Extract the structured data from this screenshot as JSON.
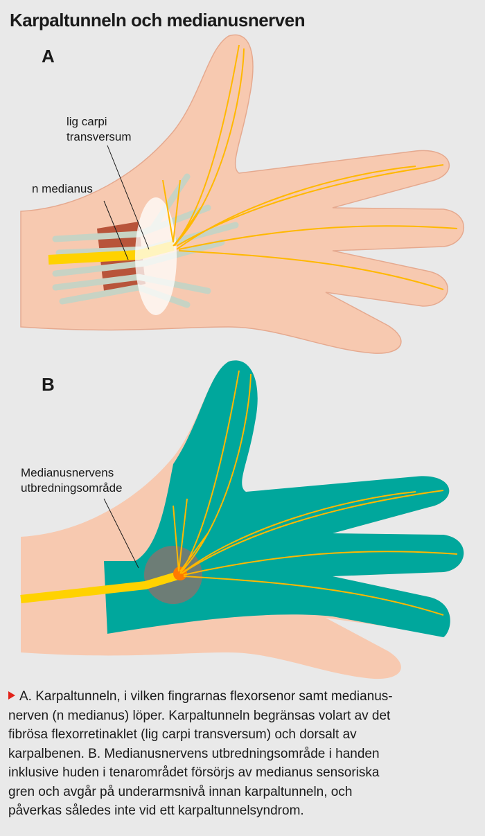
{
  "title": "Karpaltunneln och medianusnerven",
  "panels": {
    "a": {
      "label": "A",
      "labels": {
        "lig_line1": "lig carpi",
        "lig_line2": "transversum",
        "nerve": "n medianus"
      }
    },
    "b": {
      "label": "B",
      "labels": {
        "area_line1": "Medianusnervens",
        "area_line2": "utbredningsområde"
      }
    }
  },
  "caption": {
    "lines": [
      "A. Karpaltunneln, i vilken fingrarnas flexorsenor samt medianus-",
      "nerven (n medianus) löper. Karpaltunneln begränsas volart av det",
      "fibrösa flexorretinaklet (lig carpi transversum) och dorsalt av",
      "karpalbenen. B. Medianusnervens utbredningsområde i handen",
      "inklusive huden i tenarområdet försörjs av medianus sensoriska",
      "gren och avgår på underarmsnivå innan karpaltunneln, och",
      "påverkas således inte vid ett karpaltunnelsyndrom."
    ]
  },
  "colors": {
    "skin": "#f7c9b0",
    "teal": "#00a79c",
    "nerve": "#ffc20e",
    "accent": "#e2231a"
  }
}
